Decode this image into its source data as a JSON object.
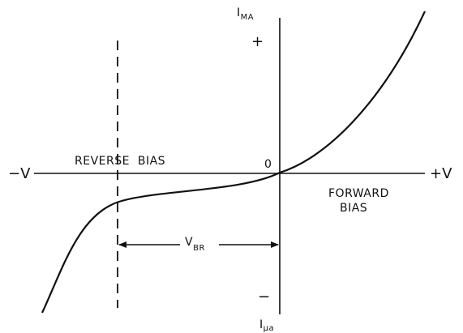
{
  "axes": {
    "y_top_label": "I",
    "y_top_sub": "MA",
    "y_bottom_label": "I",
    "y_bottom_sub": "μa",
    "x_left_label": "−V",
    "x_right_label": "+V",
    "origin_label": "0",
    "plus_sign": "+",
    "minus_sign": "−"
  },
  "regions": {
    "reverse": "REVERSE  BIAS",
    "forward_line1": "FORWARD",
    "forward_line2": "BIAS"
  },
  "breakdown": {
    "label": "V",
    "sub": "BR"
  },
  "colors": {
    "ink": "#111111",
    "background": "#ffffff"
  }
}
